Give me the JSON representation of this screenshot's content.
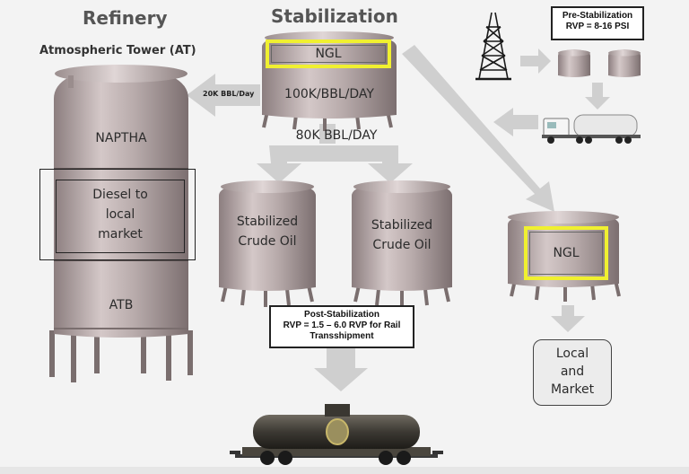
{
  "headings": {
    "refinery": "Refinery",
    "stabilization": "Stabilization",
    "atm_tower": "Atmospheric Tower (AT)"
  },
  "tower": {
    "naptha": "NAPTHA",
    "diesel_line1": "Diesel to",
    "diesel_line2": "local",
    "diesel_line3": "market",
    "atb": "ATB"
  },
  "ngl_tank": {
    "label": "NGL",
    "rate": "100K/BBL/DAY"
  },
  "flows": {
    "to_refinery": "20K BBL/Day",
    "to_stabilizers": "80K BBL/DAY"
  },
  "stabilized_tank_left": {
    "line1": "Stabilized",
    "line2": "Crude Oil"
  },
  "stabilized_tank_right": {
    "line1": "Stabilized",
    "line2": "Crude Oil"
  },
  "pre_stab": {
    "line1": "Pre-Stabilization",
    "line2": "RVP = 8-16 PSI"
  },
  "post_stab": {
    "line1": "Post-Stabilization",
    "line2": "RVP = 1.5 – 6.0 RVP for Rail",
    "line3": "Transshipment"
  },
  "ngl_right": {
    "label": "NGL"
  },
  "market": {
    "line1": "Local",
    "line2": "and",
    "line3": "Market"
  },
  "colors": {
    "tank": "#a89a9a",
    "arrow": "#cfcfcf",
    "highlight": "#f0f030",
    "background": "#f3f3f3"
  }
}
